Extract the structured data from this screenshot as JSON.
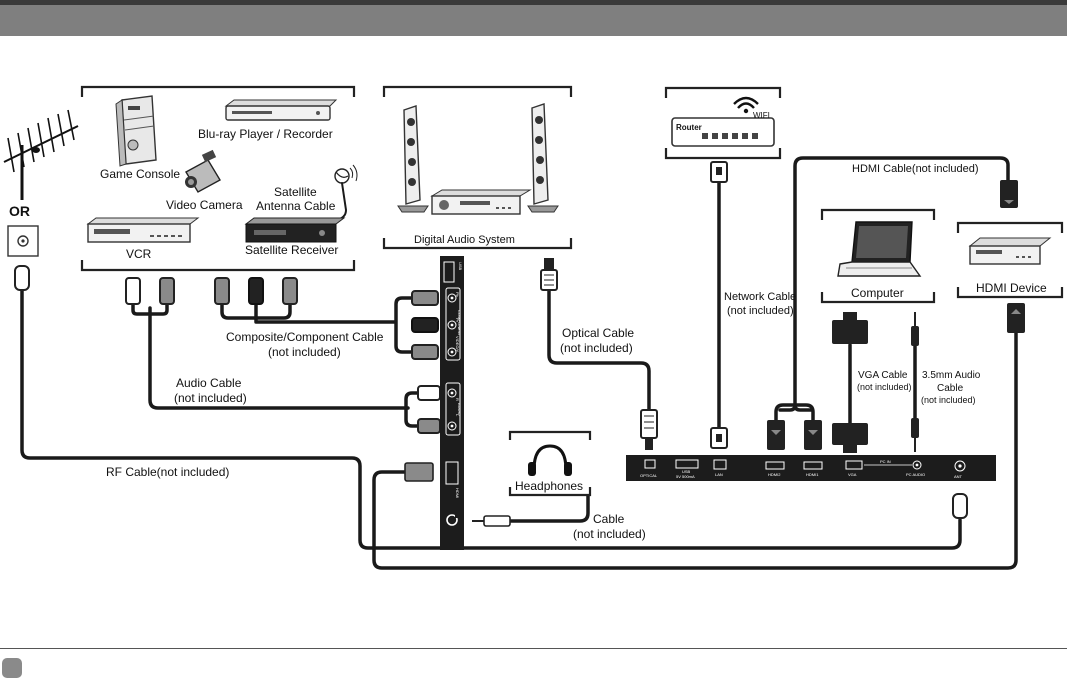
{
  "labels": {
    "or": "OR",
    "blu_ray": "Blu-ray Player / Recorder",
    "game_console": "Game Console",
    "video_camera": "Video Camera",
    "satellite_antenna_cable_1": "Satellite",
    "satellite_antenna_cable_2": "Antenna Cable",
    "vcr": "VCR",
    "satellite_receiver": "Satellite Receiver",
    "digital_audio_system": "Digital Audio System",
    "router": "Router",
    "wifi": "WIFI",
    "hdmi_cable": "HDMI Cable(not included)",
    "network_cable_1": "Network Cable",
    "network_cable_2": "(not included)",
    "computer": "Computer",
    "hdmi_device": "HDMI Device",
    "composite_cable_1": "Composite/Component Cable",
    "composite_cable_2": "(not included)",
    "optical_cable_1": "Optical Cable",
    "optical_cable_2": "(not included)",
    "vga_cable_1": "VGA Cable",
    "vga_cable_2": "(not included)",
    "audio35_1": "3.5mm Audio",
    "audio35_2": "Cable",
    "audio35_3": "(not included)",
    "audio_cable_1": "Audio Cable",
    "audio_cable_2": "(not included)",
    "rf_cable": "RF Cable(not included)",
    "headphones": "Headphones",
    "hp_cable_1": "Cable",
    "hp_cable_2": "(not included)"
  },
  "side_panel": {
    "usb": "USB",
    "pb": "Pb",
    "pr": "Pr",
    "component": "COMPONENT",
    "video_y": "VIDEO/Y",
    "r": "R",
    "audio": "AUDIO",
    "l": "L",
    "hdmi": "HDMI"
  },
  "bottom_panel": {
    "optical": "OPTICAL",
    "usb": "USB",
    "usb_sub": "5V 500mA",
    "lan": "LAN",
    "hdmi2": "HDMI2",
    "hdmi1": "HDMI1",
    "vga": "VGA",
    "pc_in": "PC IN",
    "pc_audio": "PC AUDIO",
    "ant": "ANT"
  },
  "colors": {
    "top_bar": "#7f7f7f",
    "top_border": "#3a3a3a",
    "panel": "#1c1c1c",
    "plug": "#8a8a8a",
    "cable": "#1a1a1a"
  }
}
